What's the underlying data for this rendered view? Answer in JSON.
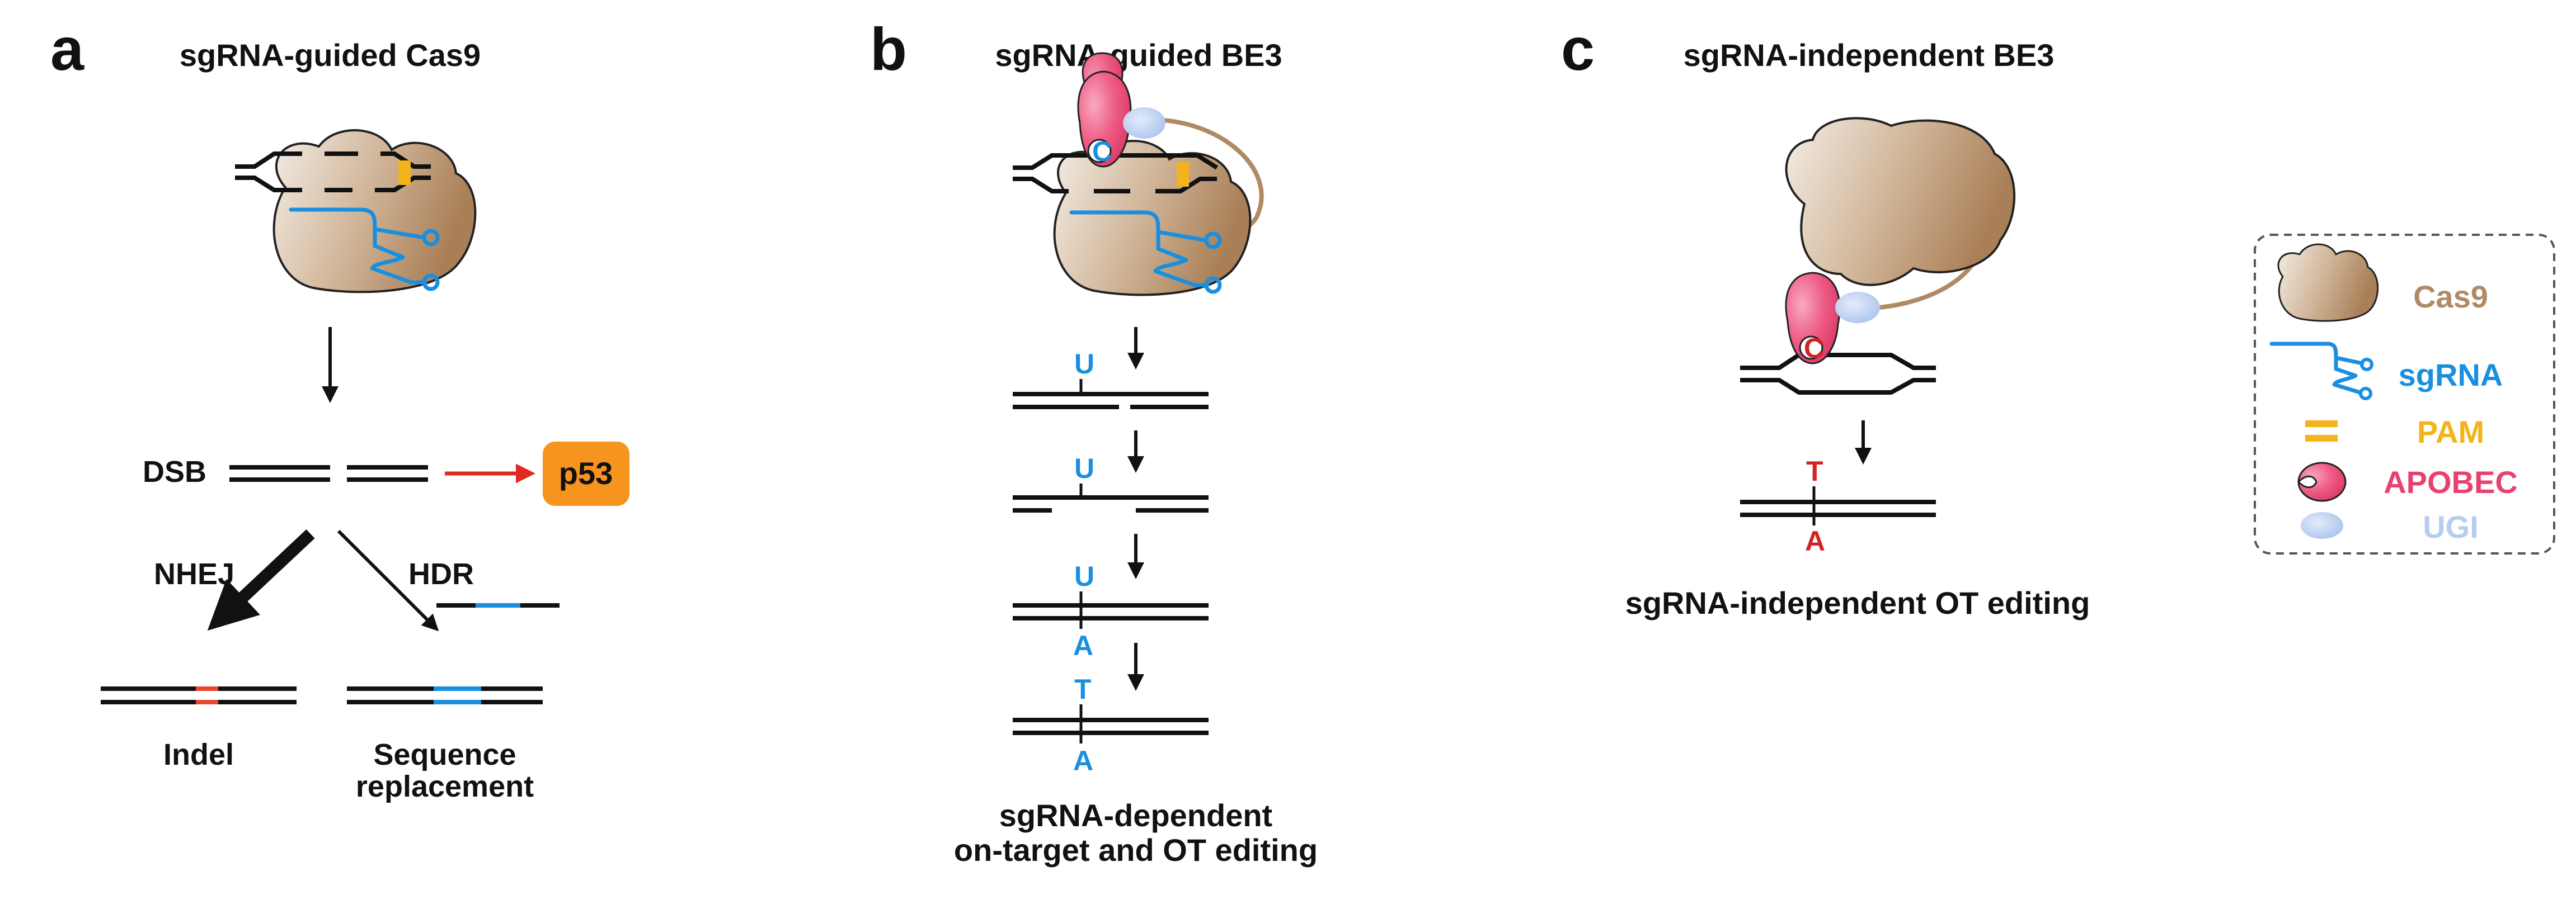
{
  "panels": {
    "a": {
      "letter": "a",
      "title": "sgRNA-guided Cas9",
      "dsb_label": "DSB",
      "p53_label": "p53",
      "nhej_label": "NHEJ",
      "hdr_label": "HDR",
      "indel_label": "Indel",
      "seq_label_line1": "Sequence",
      "seq_label_line2": "replacement"
    },
    "b": {
      "letter": "b",
      "title": "sgRNA-guided BE3",
      "c_base": "C",
      "steps": [
        {
          "top": "U",
          "bottom": ""
        },
        {
          "top": "U",
          "bottom": ""
        },
        {
          "top": "U",
          "bottom": "A"
        },
        {
          "top": "T",
          "bottom": "A"
        }
      ],
      "caption_line1": "sgRNA-dependent",
      "caption_line2": "on-target and OT editing"
    },
    "c": {
      "letter": "c",
      "title": "sgRNA-independent BE3",
      "c_base": "C",
      "top_base": "T",
      "bottom_base": "A",
      "caption": "sgRNA-independent OT editing"
    }
  },
  "legend": {
    "items": [
      {
        "icon": "cas9-icon",
        "label": "Cas9",
        "color": "#b08a65"
      },
      {
        "icon": "sgrna-icon",
        "label": "sgRNA",
        "color": "#1a8fe0"
      },
      {
        "icon": "pam-icon",
        "label": "PAM",
        "color": "#f2b31b"
      },
      {
        "icon": "apobec-icon",
        "label": "APOBEC",
        "color": "#e8416f"
      },
      {
        "icon": "ugi-icon",
        "label": "UGI",
        "color": "#b7cdef"
      }
    ]
  },
  "colors": {
    "cas9": "#b08a65",
    "sgrna": "#1a8fe0",
    "pam": "#f2b31b",
    "apobec": "#e8416f",
    "ugi": "#b7cdef",
    "p53": "#f7941d",
    "red_arrow": "#e02a20",
    "indel": "#e8452d"
  }
}
